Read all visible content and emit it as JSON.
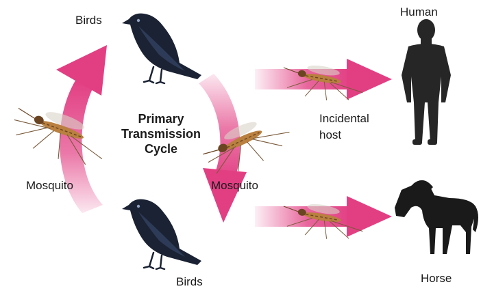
{
  "labels": {
    "birds_top": "Birds",
    "birds_bottom": "Birds",
    "mosquito_left": "Mosquito",
    "mosquito_right": "Mosquito",
    "human": "Human",
    "horse": "Horse",
    "incidental_line1": "Incidental",
    "incidental_line2": "host",
    "center_line1": "Primary",
    "center_line2": "Transmission",
    "center_line3": "Cycle"
  },
  "icons": {
    "bird": "crow-icon",
    "mosquito": "mosquito-icon",
    "human": "human-silhouette-icon",
    "horse": "horse-silhouette-icon",
    "arrow": "arrow-icon"
  },
  "colors": {
    "arrow_pink": "#e23f83",
    "arrow_fade": "#ffffff",
    "bird_dark": "#1a2233",
    "bird_blue": "#2d3b58",
    "silhouette": "#262626",
    "mosquito_body": "#b9803f",
    "mosquito_dark": "#6b4422",
    "text": "#1a1a1a"
  }
}
